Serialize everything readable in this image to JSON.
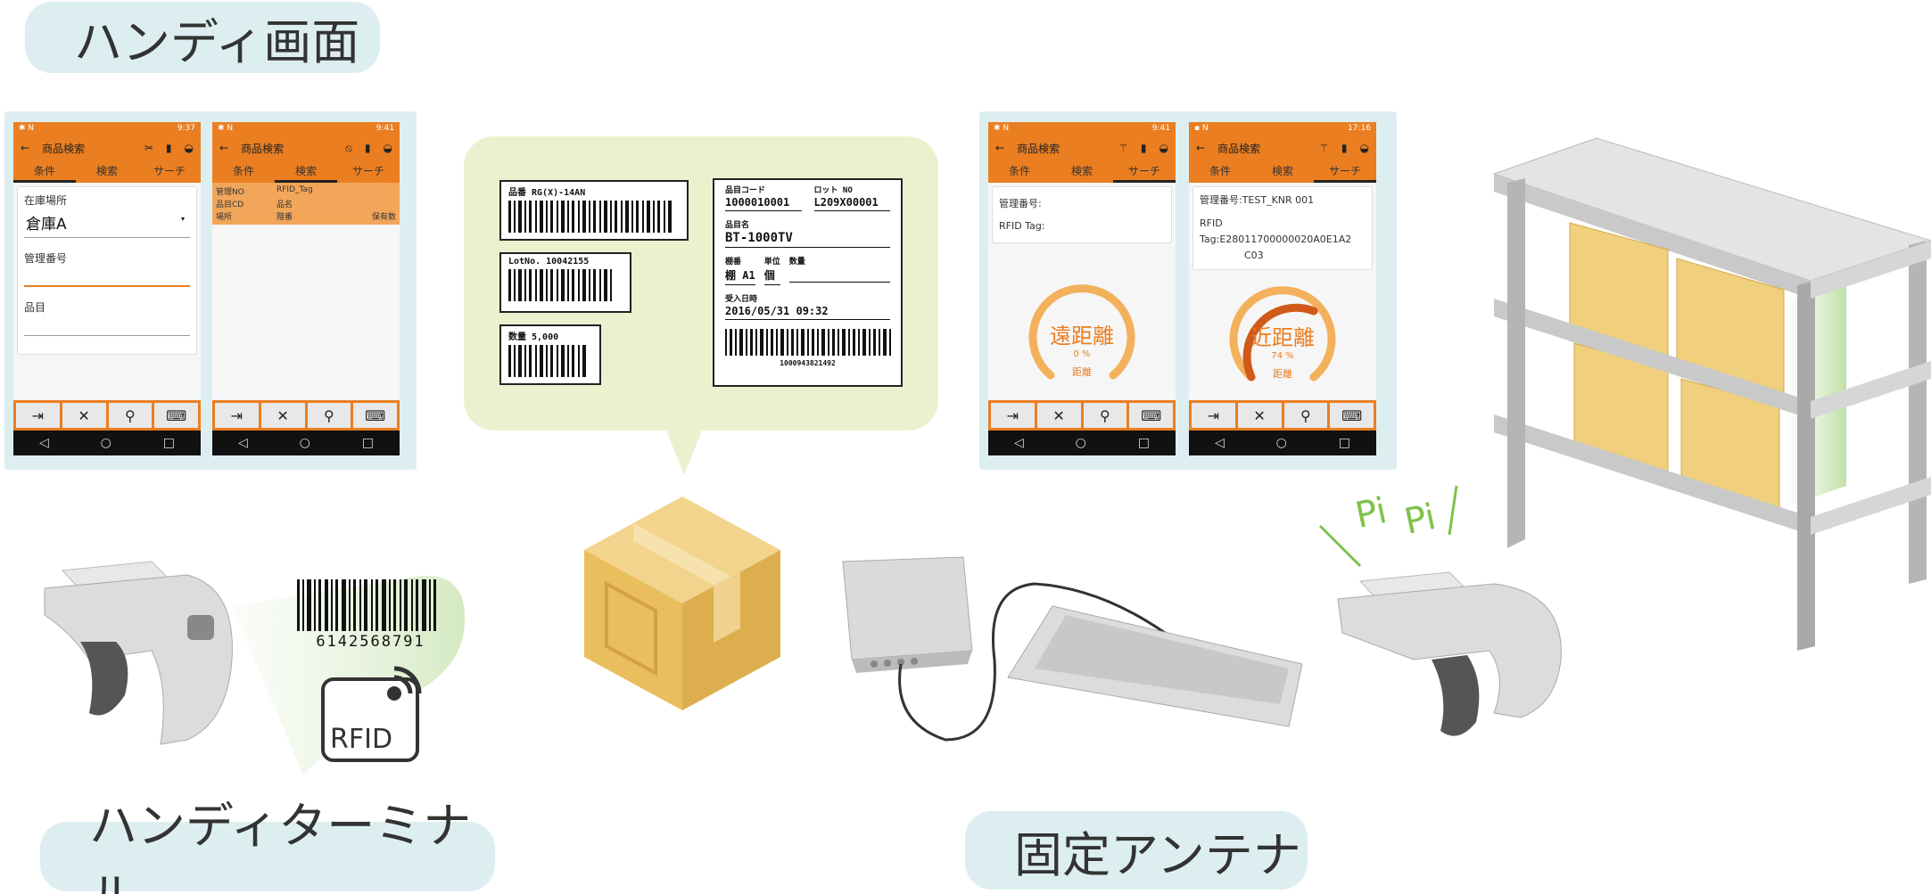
{
  "headings": {
    "handy_screen": "ハンディ画面",
    "handy_terminal": "ハンディターミナル",
    "fixed_antenna": "固定アンテナ"
  },
  "phones": [
    {
      "time": "9:37",
      "title": "商品検索",
      "tabs": [
        "条件",
        "検索",
        "サーチ"
      ],
      "active_tab": 0,
      "fields": [
        {
          "label": "在庫場所",
          "value": "倉庫A"
        },
        {
          "label": "管理番号",
          "value": ""
        },
        {
          "label": "品目",
          "value": ""
        }
      ]
    },
    {
      "time": "9:41",
      "title": "商品検索",
      "tabs": [
        "条件",
        "検索",
        "サーチ"
      ],
      "active_tab": 1,
      "list_header": [
        "管理NO",
        "RFID_Tag",
        "",
        "品目CD",
        "品名",
        "",
        "場所",
        "階番",
        "保有数"
      ]
    },
    {
      "time": "9:41",
      "title": "商品検索",
      "tabs": [
        "条件",
        "検索",
        "サーチ"
      ],
      "active_tab": 2,
      "info": {
        "mgmt": "管理番号:",
        "rfid": "RFID Tag:"
      },
      "gauge": {
        "label": "遠距離",
        "percent_text": "0 %",
        "sub": "距離",
        "level": 0.0,
        "color": "#f2a541"
      }
    },
    {
      "time": "17:16",
      "title": "商品検索",
      "tabs": [
        "条件",
        "検索",
        "サーチ"
      ],
      "active_tab": 2,
      "info": {
        "mgmt": "管理番号:TEST_KNR 001",
        "rfid": "RFID Tag:E28011700000020A0E1A2",
        "rfid2": "C03"
      },
      "gauge": {
        "label": "近距離",
        "percent_text": "74 %",
        "sub": "距離",
        "level": 0.74,
        "color": "#cf5a1a"
      }
    }
  ],
  "toolbar_icons": [
    "exit-icon",
    "close-icon",
    "search-icon",
    "keyboard-icon"
  ],
  "navbar_icons": [
    "◁",
    "○",
    "□"
  ],
  "labels": {
    "item_no": "品番 RG(X)-14AN",
    "lot_no": "LotNo. 10042155",
    "qty": "数量 5,000",
    "big": {
      "item_code_k": "品目コード",
      "item_code_v": "1000010001",
      "lot_k": "ロット NO",
      "lot_v": "L209X00001",
      "name_k": "品目名",
      "name_v": "BT-1000TV",
      "shelf_k": "棚番",
      "shelf_v": "棚 A1",
      "unit_k": "単位",
      "unit_v": "個",
      "qty_k": "数量",
      "qty_v": "",
      "date_k": "受入日時",
      "date_v": "2016/05/31  09:32",
      "barcode_num": "1000943821492"
    }
  },
  "handy_barcode_number": "6142568791",
  "rfid_text": "RFID",
  "pipi": [
    "Pi",
    "Pi"
  ],
  "colors": {
    "orange": "#ea7e21",
    "pill": "#ddeef1",
    "bubble": "#ecf0cf",
    "green": "#7fc24a"
  }
}
